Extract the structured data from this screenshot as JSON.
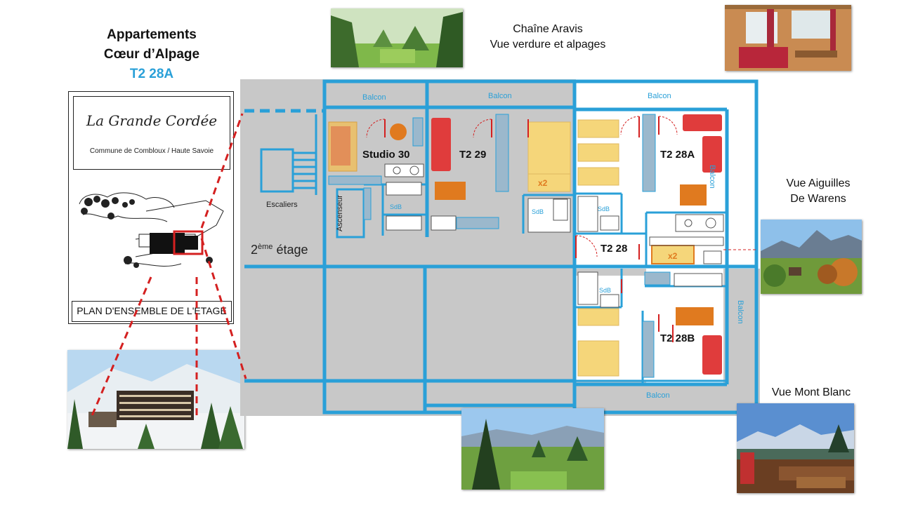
{
  "header": {
    "line1": "Appartements",
    "line2": "Cœur d’Alpage",
    "line3": "T2 28A"
  },
  "captions": {
    "aravis_line1": "Chaîne Aravis",
    "aravis_line2": "Vue verdure et alpages",
    "aiguilles_line1": "Vue  Aiguilles",
    "aiguilles_line2": "De Warens",
    "montblanc": "Vue  Mont Blanc"
  },
  "site_plan": {
    "residence_name": "La Grande Cordée",
    "commune": "Commune de Combloux / Haute Savoie",
    "footer": "PLAN D'ENSEMBLE DE L'ETAGE"
  },
  "floor_plan": {
    "floor_label_sup": "ème",
    "floor_label_num": "2",
    "floor_label_word": "étage",
    "stairs": "Escaliers",
    "elevator": "Ascenseur",
    "balcony": "Balcon",
    "bathroom": "SdB",
    "bed_multiplier": "x2",
    "units": [
      "Studio 30",
      "T2 29",
      "T2 28A",
      "T2 28",
      "T2 28B"
    ]
  },
  "colors": {
    "wall": "#2aa0d8",
    "highlight": "#2aa0d8",
    "grey_area": "#c8c8c8",
    "bed": "#f5d67a",
    "sofa": "#e03c3c",
    "table": "#e07a1f",
    "dashed_line": "#d42020"
  }
}
